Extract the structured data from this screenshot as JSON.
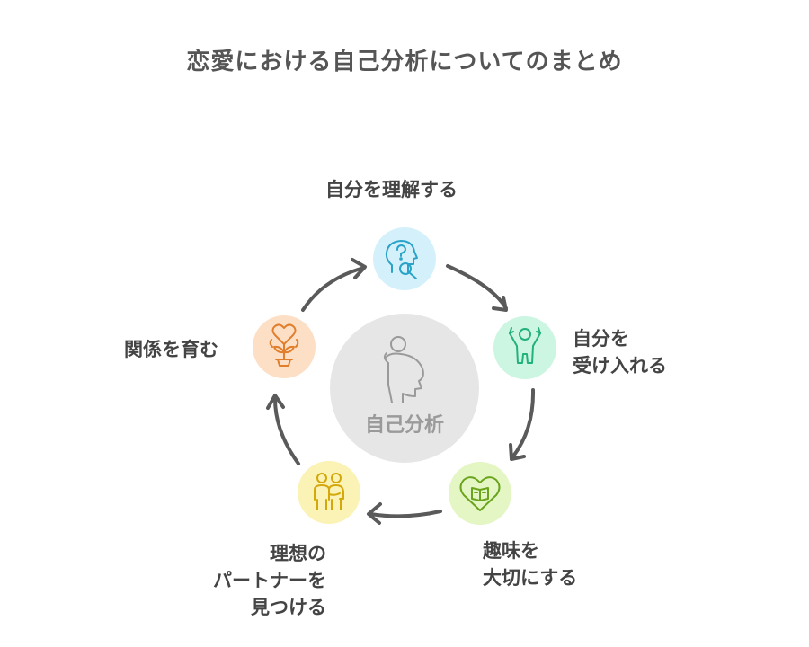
{
  "title": "恋愛における自己分析についてのまとめ",
  "center": {
    "label": "自己分析",
    "icon": "person-head-icon",
    "color": "#e6e6e6"
  },
  "steps": [
    {
      "label": "自分を理解する",
      "icon": "head-question-icon",
      "color": "#d4f1fb",
      "stroke": "#2aa3c9"
    },
    {
      "label": "自分を\n受け入れる",
      "icon": "person-raised-arms-icon",
      "color": "#ccf5e2",
      "stroke": "#23b27a"
    },
    {
      "label": "趣味を\n大切にする",
      "icon": "heart-book-icon",
      "color": "#e4f6c4",
      "stroke": "#6aa31c"
    },
    {
      "label": "理想の\nパートナーを\n見つける",
      "icon": "couple-icon",
      "color": "#fbf3b6",
      "stroke": "#d4a80b"
    },
    {
      "label": "関係を育む",
      "icon": "heart-plant-icon",
      "color": "#fddfc6",
      "stroke": "#e07e2c"
    }
  ]
}
